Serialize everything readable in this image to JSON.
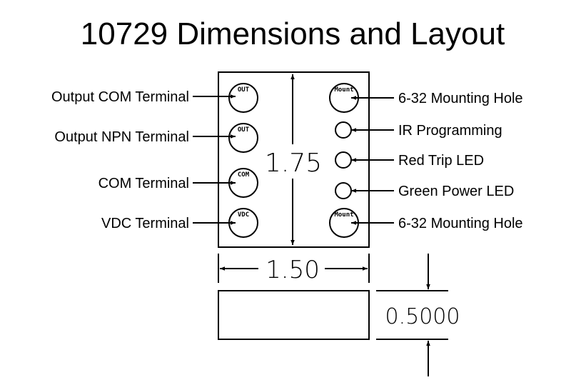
{
  "title": "10729 Dimensions and Layout",
  "labels_left": [
    "Output COM Terminal",
    "Output NPN Terminal",
    "COM Terminal",
    "VDC Terminal"
  ],
  "labels_right": [
    "6-32 Mounting Hole",
    "IR Programming",
    "Red Trip LED",
    "Green Power LED",
    "6-32 Mounting Hole"
  ],
  "pin_marks": {
    "out1": "OUT",
    "out2": "OUT",
    "com": "COM",
    "vdc": "VDC",
    "mount1": "Mount",
    "mount2": "Mount"
  },
  "dimensions": {
    "height": "1.75",
    "width": "1.50",
    "depth": "0.5000"
  }
}
